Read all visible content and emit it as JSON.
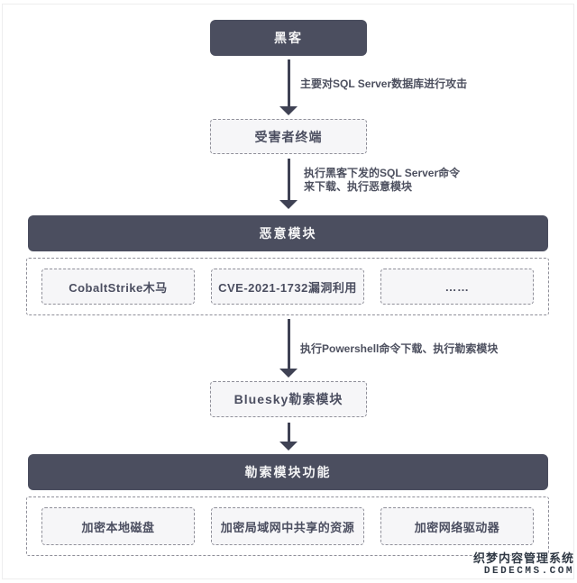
{
  "colors": {
    "node_dark": "#4b4e5f",
    "node_light_fill": "#f6f6f8",
    "dashed_border": "#8f8f99",
    "arrow": "#3f4254",
    "text_dark": "#4b4e60",
    "header_text": "#f4f4f5",
    "watermark_text": "#2f3844",
    "frame_border": "#ededee"
  },
  "nodes": {
    "hacker": "黑客",
    "victim": "受害者终端",
    "bluesky": "Bluesky勒索模块"
  },
  "edges": {
    "attack": "主要对SQL Server数据库进行攻击",
    "download_line1": "执行黑客下发的SQL Server命令",
    "download_line2": "来下载、执行恶意模块",
    "powershell": "执行Powershell命令下载、执行勒索模块"
  },
  "groups": {
    "malicious": {
      "title": "恶意模块",
      "items": [
        "CobaltStrike木马",
        "CVE-2021-1732漏洞利用",
        "……"
      ]
    },
    "ransom": {
      "title": "勒索模块功能",
      "items": [
        "加密本地磁盘",
        "加密局域网中共享的资源",
        "加密网络驱动器"
      ]
    }
  },
  "watermark": {
    "line1": "织梦内容管理系统",
    "line2": "DEDECMS.COM"
  }
}
